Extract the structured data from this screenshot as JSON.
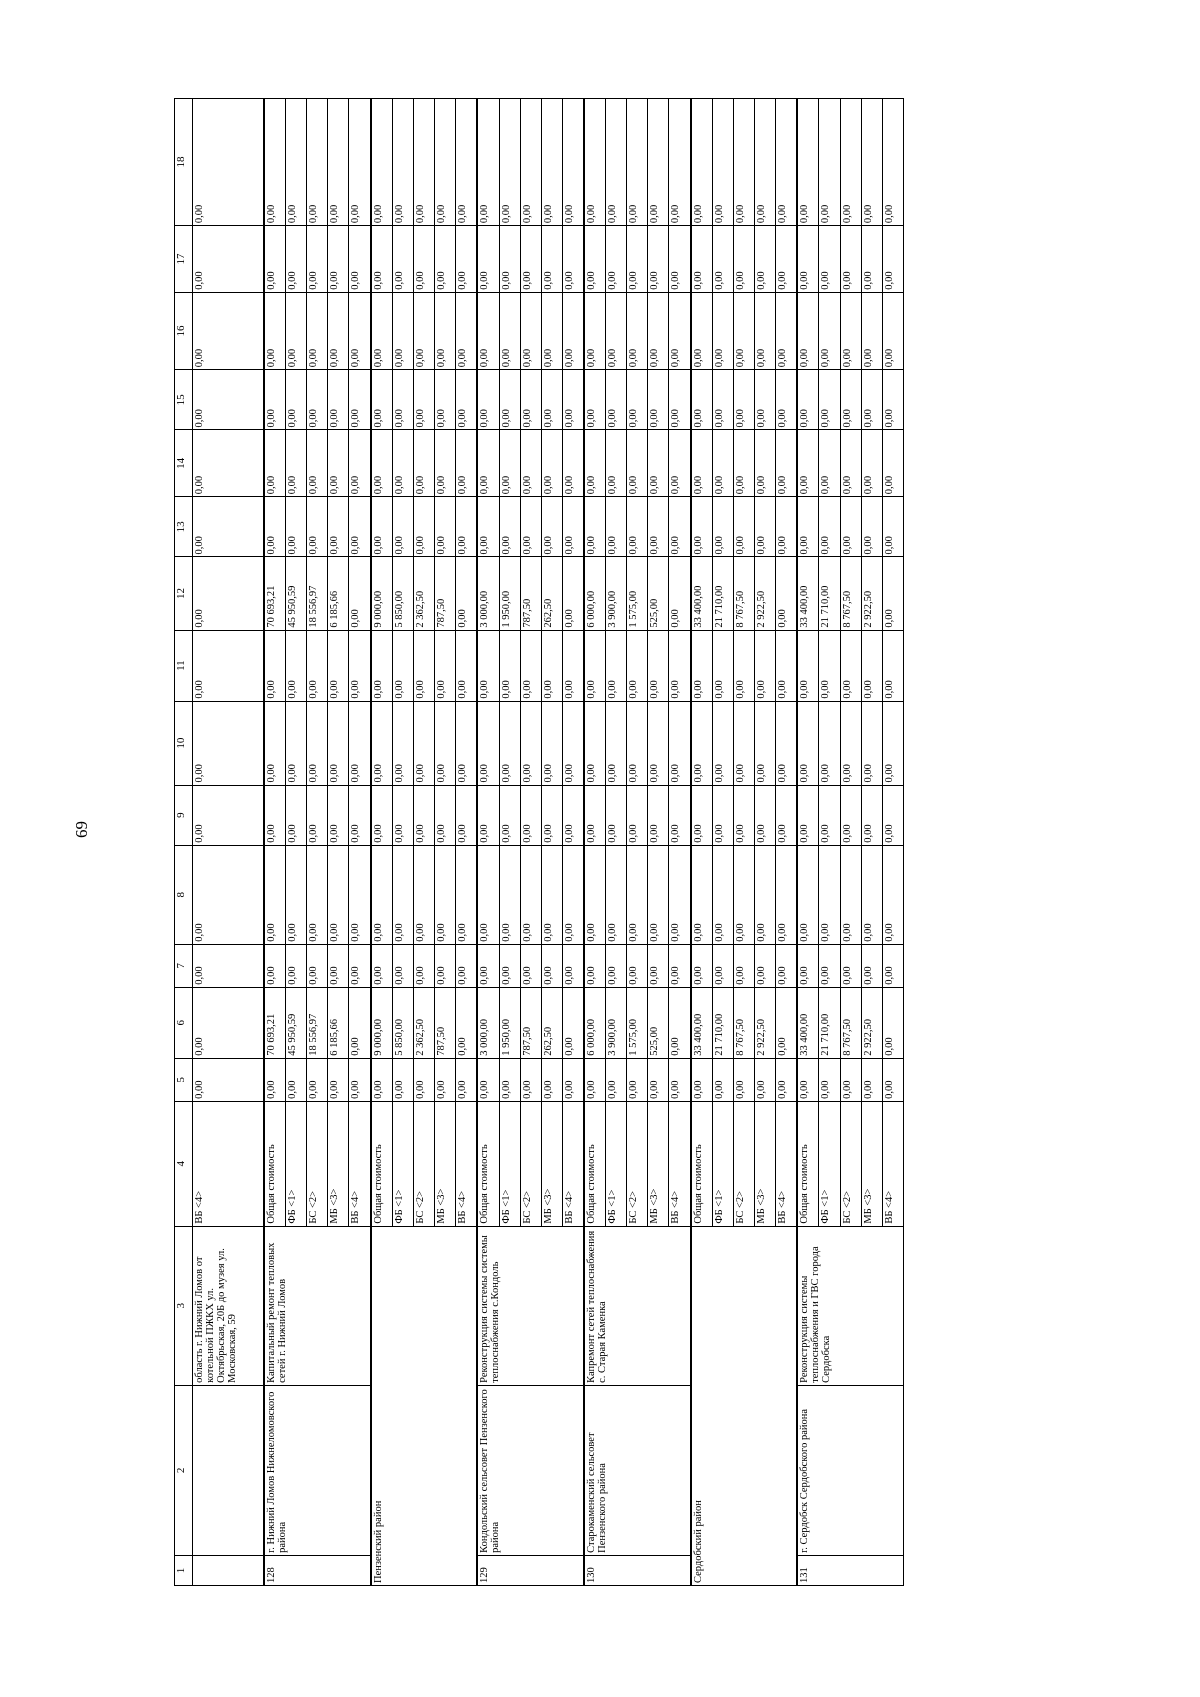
{
  "page_number": "69",
  "column_numbers": [
    "1",
    "2",
    "3",
    "4",
    "5",
    "6",
    "7",
    "8",
    "9",
    "10",
    "11",
    "12",
    "13",
    "14",
    "15",
    "16",
    "17",
    "18"
  ],
  "zero": "0,00",
  "blocks": [
    {
      "id": "cont",
      "num": "",
      "col2": "",
      "col3": "область г. Нижний Ломов от котельной ПЖКХ ул. Октябрьская, 20Б до музея ул. Московская, 59",
      "rows": [
        {
          "label": "ВБ <4>",
          "c6": "0,00",
          "c12": "0,00"
        }
      ]
    },
    {
      "id": "r128",
      "num": "128",
      "col2": "г. Нижний Ломов Нижнеломовского района",
      "col3": "Капитальный ремонт тепловых сетей г. Нижний Ломов",
      "rows": [
        {
          "label": "Общая стоимость",
          "c6": "70 693,21",
          "c12": "70 693,21"
        },
        {
          "label": "ФБ <1>",
          "c6": "45 950,59",
          "c12": "45 950,59"
        },
        {
          "label": "БС <2>",
          "c6": "18 556,97",
          "c12": "18 556,97"
        },
        {
          "label": "МБ <3>",
          "c6": "6 185,66",
          "c12": "6 185,66"
        },
        {
          "label": "ВБ <4>",
          "c6": "0,00",
          "c12": "0,00"
        }
      ]
    },
    {
      "id": "penza",
      "num": "",
      "col2": "Пензенский район",
      "col3": "",
      "district": true,
      "rows": [
        {
          "label": "Общая стоимость",
          "c6": "9 000,00",
          "c12": "9 000,00"
        },
        {
          "label": "ФБ <1>",
          "c6": "5 850,00",
          "c12": "5 850,00"
        },
        {
          "label": "БС <2>",
          "c6": "2 362,50",
          "c12": "2 362,50"
        },
        {
          "label": "МБ <3>",
          "c6": "787,50",
          "c12": "787,50"
        },
        {
          "label": "ВБ <4>",
          "c6": "0,00",
          "c12": "0,00"
        }
      ]
    },
    {
      "id": "r129",
      "num": "129",
      "col2": "Кондольский сельсовет Пензенского района",
      "col3": "Реконструкция системы системы теплоснабжения с.Кондоль",
      "rows": [
        {
          "label": "Общая стоимость",
          "c6": "3 000,00",
          "c12": "3 000,00"
        },
        {
          "label": "ФБ <1>",
          "c6": "1 950,00",
          "c12": "1 950,00"
        },
        {
          "label": "БС <2>",
          "c6": "787,50",
          "c12": "787,50"
        },
        {
          "label": "МБ <3>",
          "c6": "262,50",
          "c12": "262,50"
        },
        {
          "label": "ВБ <4>",
          "c6": "0,00",
          "c12": "0,00"
        }
      ]
    },
    {
      "id": "r130",
      "num": "130",
      "col2": "Старокаменский сельсовет Пензенского района",
      "col3": "Капремонт сетей теплоснабжения с. Старая Каменка",
      "rows": [
        {
          "label": "Общая стоимость",
          "c6": "6 000,00",
          "c12": "6 000,00"
        },
        {
          "label": "ФБ <1>",
          "c6": "3 900,00",
          "c12": "3 900,00"
        },
        {
          "label": "БС <2>",
          "c6": "1 575,00",
          "c12": "1 575,00"
        },
        {
          "label": "МБ <3>",
          "c6": "525,00",
          "c12": "525,00"
        },
        {
          "label": "ВБ <4>",
          "c6": "0,00",
          "c12": "0,00"
        }
      ]
    },
    {
      "id": "serdobsk",
      "num": "",
      "col2": "Сердобский район",
      "col3": "",
      "district": true,
      "rows": [
        {
          "label": "Общая стоимость",
          "c6": "33 400,00",
          "c12": "33 400,00"
        },
        {
          "label": "ФБ <1>",
          "c6": "21 710,00",
          "c12": "21 710,00"
        },
        {
          "label": "БС <2>",
          "c6": "8 767,50",
          "c12": "8 767,50"
        },
        {
          "label": "МБ <3>",
          "c6": "2 922,50",
          "c12": "2 922,50"
        },
        {
          "label": "ВБ <4>",
          "c6": "0,00",
          "c12": "0,00"
        }
      ]
    },
    {
      "id": "r131",
      "num": "131",
      "col2": "г. Сердобск Сердобского района",
      "col3": "Реконструкция системы теплоснабжения и ГВС города Сердобска",
      "rows": [
        {
          "label": "Общая стоимость",
          "c6": "33 400,00",
          "c12": "33 400,00"
        },
        {
          "label": "ФБ <1>",
          "c6": "21 710,00",
          "c12": "21 710,00"
        },
        {
          "label": "БС <2>",
          "c6": "8 767,50",
          "c12": "8 767,50"
        },
        {
          "label": "МБ <3>",
          "c6": "2 922,50",
          "c12": "2 922,50"
        },
        {
          "label": "ВБ <4>",
          "c6": "0,00",
          "c12": "0,00"
        }
      ]
    }
  ]
}
